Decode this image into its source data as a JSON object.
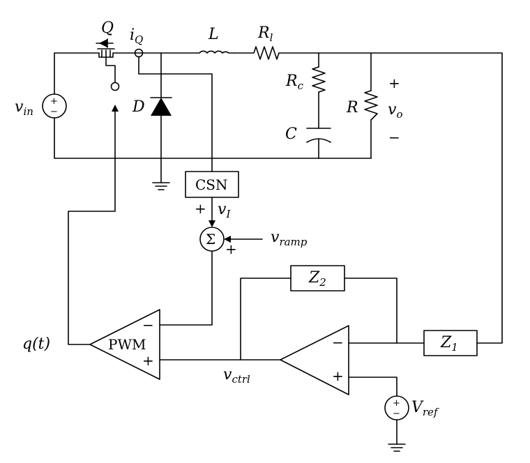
{
  "labels": {
    "Q": "Q",
    "iQ_main": "i",
    "iQ_sub": "Q",
    "L": "L",
    "Rl_main": "R",
    "Rl_sub": "l",
    "Rc_main": "R",
    "Rc_sub": "c",
    "R": "R",
    "C": "C",
    "D": "D",
    "vo_main": "v",
    "vo_sub": "o",
    "vin_main": "v",
    "vin_sub": "in",
    "vI_main": "v",
    "vI_sub": "I",
    "vramp_main": "v",
    "vramp_sub": "ramp",
    "sigma": "Σ",
    "csn": "CSN",
    "pwm": "PWM",
    "Z2_main": "Z",
    "Z2_sub": "2",
    "Z1_main": "Z",
    "Z1_sub": "1",
    "qt": "q(t)",
    "vctrl_main": "v",
    "vctrl_sub": "ctrl",
    "Vref_main": "V",
    "Vref_sub": "ref"
  },
  "signs": {
    "plus": "+",
    "minus": "−"
  }
}
